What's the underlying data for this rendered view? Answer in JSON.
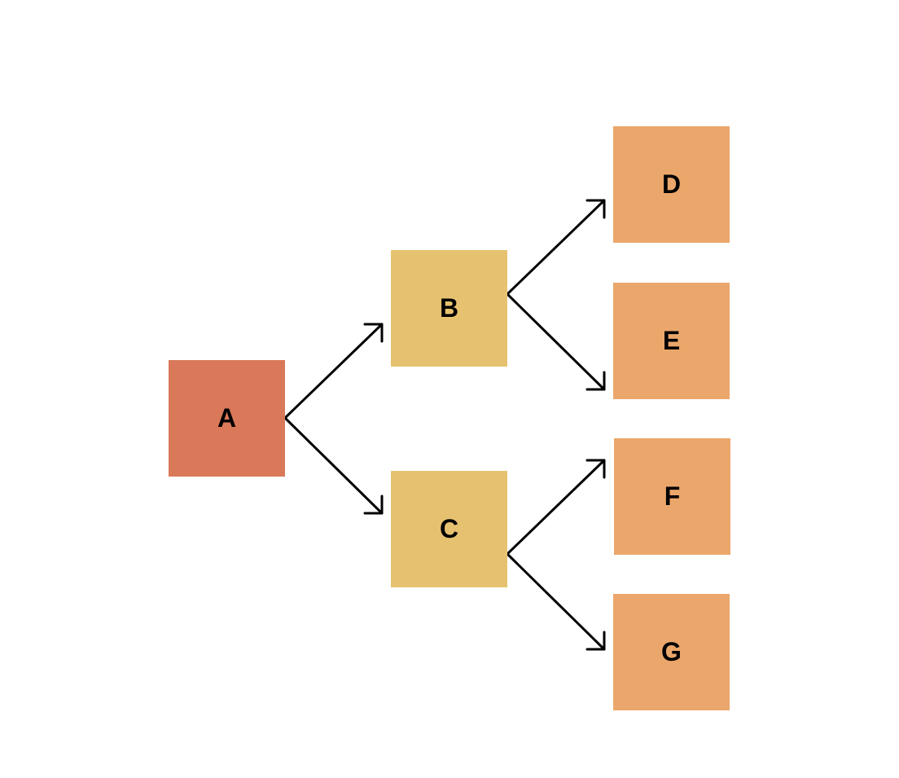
{
  "colors": {
    "root": "#d9795a",
    "middle": "#e6c270",
    "leaf": "#eba76b",
    "arrow": "#000000"
  },
  "nodes": [
    {
      "id": "a",
      "label": "A",
      "level": "root"
    },
    {
      "id": "b",
      "label": "B",
      "level": "middle"
    },
    {
      "id": "c",
      "label": "C",
      "level": "middle"
    },
    {
      "id": "d",
      "label": "D",
      "level": "leaf"
    },
    {
      "id": "e",
      "label": "E",
      "level": "leaf"
    },
    {
      "id": "f",
      "label": "F",
      "level": "leaf"
    },
    {
      "id": "g",
      "label": "G",
      "level": "leaf"
    }
  ],
  "edges": [
    {
      "from": "a",
      "to": "b"
    },
    {
      "from": "a",
      "to": "c"
    },
    {
      "from": "b",
      "to": "d"
    },
    {
      "from": "b",
      "to": "e"
    },
    {
      "from": "c",
      "to": "f"
    },
    {
      "from": "c",
      "to": "g"
    }
  ]
}
